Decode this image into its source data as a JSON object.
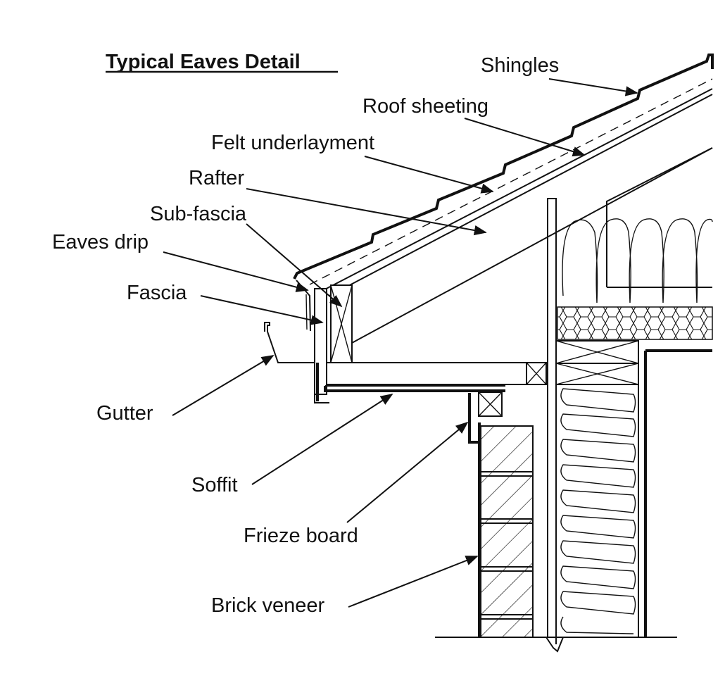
{
  "title": "Typical Eaves Detail",
  "labels": {
    "shingles": "Shingles",
    "roof_sheeting": "Roof sheeting",
    "felt_underlayment": "Felt  underlayment",
    "rafter": "Rafter",
    "sub_fascia": "Sub-fascia",
    "eaves_drip": "Eaves drip",
    "fascia": "Fascia",
    "gutter": "Gutter",
    "soffit": "Soffit",
    "frieze_board": "Frieze board",
    "brick_veneer": "Brick veneer"
  }
}
